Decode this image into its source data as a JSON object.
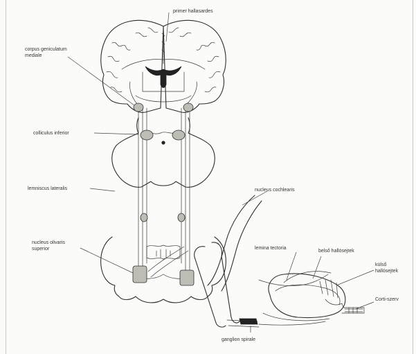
{
  "labels": {
    "cortex": "primer hallasardes",
    "geniculate": "corpus geniculatum mediale",
    "colliculus": "colliculus inferior",
    "lemniscus": "lemniscus lateralis",
    "olive": "nucleus olivaris superior",
    "cochlear": "nucleus cochlearis",
    "tectorial": "lemina tectoria",
    "inner_hair": "belső hallósejtek",
    "outer_hair": "külső hallósejtek",
    "corti": "Corti-szerv",
    "ganglion": "ganglion spirale"
  },
  "colors": {
    "ink": "#2e2e2e",
    "paper": "#fbfbf9",
    "border": "#c9c9c4"
  }
}
